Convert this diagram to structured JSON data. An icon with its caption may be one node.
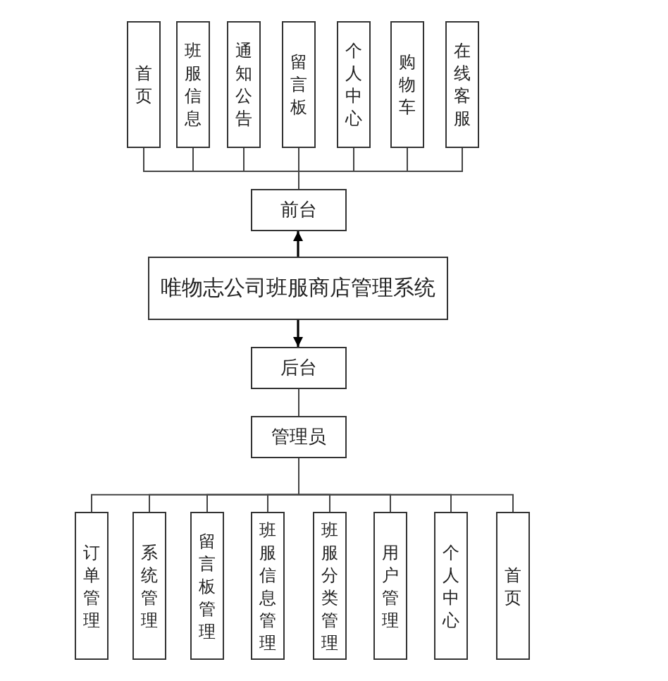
{
  "diagram": {
    "nodes": [
      {
        "text": [
          "首页"
        ]
      },
      {
        "text": [
          "班服信息"
        ]
      },
      {
        "text": [
          "通知公告"
        ]
      },
      {
        "text": [
          "留言板"
        ]
      },
      {
        "text": [
          "个人中心"
        ]
      },
      {
        "text": [
          "购物车"
        ]
      },
      {
        "text": [
          "在线客服"
        ]
      },
      {
        "text": [
          "前台"
        ]
      },
      {
        "text": [
          "唯物志公司班服商店管理系统"
        ]
      },
      {
        "text": [
          "后台"
        ]
      },
      {
        "text": [
          "管理员"
        ]
      },
      {
        "text": [
          "订单管理"
        ]
      },
      {
        "text": [
          "系统管理"
        ]
      },
      {
        "text": [
          "留言板管理"
        ]
      },
      {
        "text": [
          "班服信息管理"
        ]
      },
      {
        "text": [
          "班服分类管理"
        ]
      },
      {
        "text": [
          "用户管理"
        ]
      },
      {
        "text": [
          "个人中心"
        ]
      },
      {
        "text": [
          "首页"
        ]
      }
    ],
    "edges": [
      {
        "from": 7,
        "to": 0,
        "arrow": "none"
      },
      {
        "from": 7,
        "to": 1,
        "arrow": "none"
      },
      {
        "from": 7,
        "to": 2,
        "arrow": "none"
      },
      {
        "from": 7,
        "to": 3,
        "arrow": "none"
      },
      {
        "from": 7,
        "to": 4,
        "arrow": "none"
      },
      {
        "from": 7,
        "to": 5,
        "arrow": "none"
      },
      {
        "from": 7,
        "to": 6,
        "arrow": "none"
      },
      {
        "from": 8,
        "to": 7,
        "arrow": "to"
      },
      {
        "from": 8,
        "to": 9,
        "arrow": "to"
      },
      {
        "from": 9,
        "to": 10,
        "arrow": "none"
      },
      {
        "from": 10,
        "to": 11,
        "arrow": "none"
      },
      {
        "from": 10,
        "to": 12,
        "arrow": "none"
      },
      {
        "from": 10,
        "to": 13,
        "arrow": "none"
      },
      {
        "from": 10,
        "to": 14,
        "arrow": "none"
      },
      {
        "from": 10,
        "to": 15,
        "arrow": "none"
      },
      {
        "from": 10,
        "to": 16,
        "arrow": "none"
      },
      {
        "from": 10,
        "to": 17,
        "arrow": "none"
      },
      {
        "from": 10,
        "to": 18,
        "arrow": "none"
      }
    ]
  }
}
